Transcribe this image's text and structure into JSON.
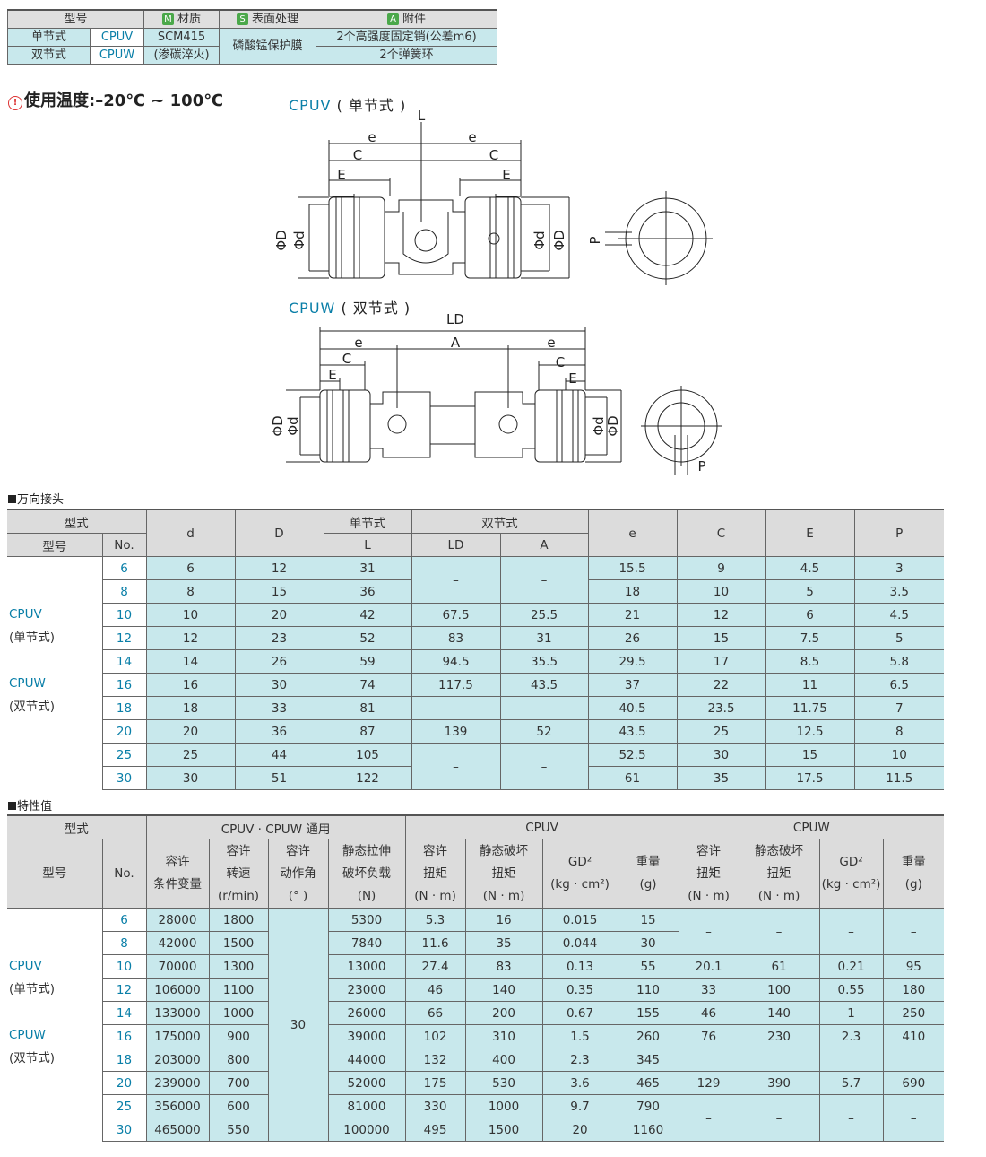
{
  "material": {
    "h_model": "型号",
    "h_m": "材质",
    "h_s": "表面处理",
    "h_a": "附件",
    "tag_m": "M",
    "tag_s": "S",
    "tag_a": "A",
    "r1_type": "单节式",
    "r1_code": "CPUV",
    "r2_type": "双节式",
    "r2_code": "CPUW",
    "mat1": "SCM415",
    "mat2": "(渗碳淬火)",
    "surface": "磷酸锰保护膜",
    "acc1": "2个高强度固定销(公差m6)",
    "acc2": "2个弹簧环"
  },
  "temperature": {
    "icon": "warning-icon",
    "text": "使用温度:–20℃ ~ 100℃"
  },
  "diagram": {
    "cpuv_code": "CPUV",
    "cpuv_zh": "( 单节式 )",
    "cpuw_code": "CPUW",
    "cpuw_zh": "( 双节式 )",
    "L": "L",
    "LD": "LD",
    "e": "e",
    "A": "A",
    "C": "C",
    "E": "E",
    "P": "P",
    "phiD": "ΦD",
    "phid": "Φd"
  },
  "dims": {
    "section": "万向接头",
    "h_style": "型式",
    "h_model": "型号",
    "h_no": "No.",
    "h_d": "d",
    "h_D": "D",
    "h_single": "单节式",
    "h_double": "双节式",
    "h_L": "L",
    "h_LD": "LD",
    "h_A": "A",
    "h_e": "e",
    "h_C": "C",
    "h_E": "E",
    "h_P": "P",
    "group": [
      "CPUV",
      "(单节式)",
      "CPUW",
      "(双节式)"
    ],
    "rows": [
      [
        "6",
        "6",
        "12",
        "31",
        "–",
        "–",
        "15.5",
        "9",
        "4.5",
        "3"
      ],
      [
        "8",
        "8",
        "15",
        "36",
        "",
        "",
        "18",
        "10",
        "5",
        "3.5"
      ],
      [
        "10",
        "10",
        "20",
        "42",
        "67.5",
        "25.5",
        "21",
        "12",
        "6",
        "4.5"
      ],
      [
        "12",
        "12",
        "23",
        "52",
        "83",
        "31",
        "26",
        "15",
        "7.5",
        "5"
      ],
      [
        "14",
        "14",
        "26",
        "59",
        "94.5",
        "35.5",
        "29.5",
        "17",
        "8.5",
        "5.8"
      ],
      [
        "16",
        "16",
        "30",
        "74",
        "117.5",
        "43.5",
        "37",
        "22",
        "11",
        "6.5"
      ],
      [
        "18",
        "18",
        "33",
        "81",
        "–",
        "–",
        "40.5",
        "23.5",
        "11.75",
        "7"
      ],
      [
        "20",
        "20",
        "36",
        "87",
        "139",
        "52",
        "43.5",
        "25",
        "12.5",
        "8"
      ],
      [
        "25",
        "25",
        "44",
        "105",
        "–",
        "–",
        "52.5",
        "30",
        "15",
        "10"
      ],
      [
        "30",
        "30",
        "51",
        "122",
        "",
        "",
        "61",
        "35",
        "17.5",
        "11.5"
      ]
    ]
  },
  "props": {
    "section": "特性值",
    "h_style": "型式",
    "h_common": "CPUV · CPUW 通用",
    "h_cpuv": "CPUV",
    "h_cpuw": "CPUW",
    "h_model": "型号",
    "h_no": "No.",
    "cols": [
      [
        "容许",
        "条件变量",
        ""
      ],
      [
        "容许",
        "转速",
        "(r/min)"
      ],
      [
        "容许",
        "动作角",
        "(° )"
      ],
      [
        "静态拉伸",
        "破坏负载",
        "(N)"
      ],
      [
        "容许",
        "扭矩",
        "(N · m)"
      ],
      [
        "静态破坏",
        "扭矩",
        "(N · m)"
      ],
      [
        "GD²",
        "(kg · cm²)",
        ""
      ],
      [
        "重量",
        "(g)",
        ""
      ],
      [
        "容许",
        "扭矩",
        "(N · m)"
      ],
      [
        "静态破坏",
        "扭矩",
        "(N · m)"
      ],
      [
        "GD²",
        "(kg · cm²)",
        ""
      ],
      [
        "重量",
        "(g)",
        ""
      ]
    ],
    "angle": "30",
    "dash": "–",
    "rows": [
      [
        "6",
        "28000",
        "1800",
        "5300",
        "5.3",
        "16",
        "0.015",
        "15"
      ],
      [
        "8",
        "42000",
        "1500",
        "7840",
        "11.6",
        "35",
        "0.044",
        "30"
      ],
      [
        "10",
        "70000",
        "1300",
        "13000",
        "27.4",
        "83",
        "0.13",
        "55",
        "20.1",
        "61",
        "0.21",
        "95"
      ],
      [
        "12",
        "106000",
        "1100",
        "23000",
        "46",
        "140",
        "0.35",
        "110",
        "33",
        "100",
        "0.55",
        "180"
      ],
      [
        "14",
        "133000",
        "1000",
        "26000",
        "66",
        "200",
        "0.67",
        "155",
        "46",
        "140",
        "1",
        "250"
      ],
      [
        "16",
        "175000",
        "900",
        "39000",
        "102",
        "310",
        "1.5",
        "260",
        "76",
        "230",
        "2.3",
        "410"
      ],
      [
        "18",
        "203000",
        "800",
        "44000",
        "132",
        "400",
        "2.3",
        "345",
        "",
        "",
        "",
        ""
      ],
      [
        "20",
        "239000",
        "700",
        "52000",
        "175",
        "530",
        "3.6",
        "465",
        "129",
        "390",
        "5.7",
        "690"
      ],
      [
        "25",
        "356000",
        "600",
        "81000",
        "330",
        "1000",
        "9.7",
        "790"
      ],
      [
        "30",
        "465000",
        "550",
        "100000",
        "495",
        "1500",
        "20",
        "1160"
      ]
    ]
  }
}
